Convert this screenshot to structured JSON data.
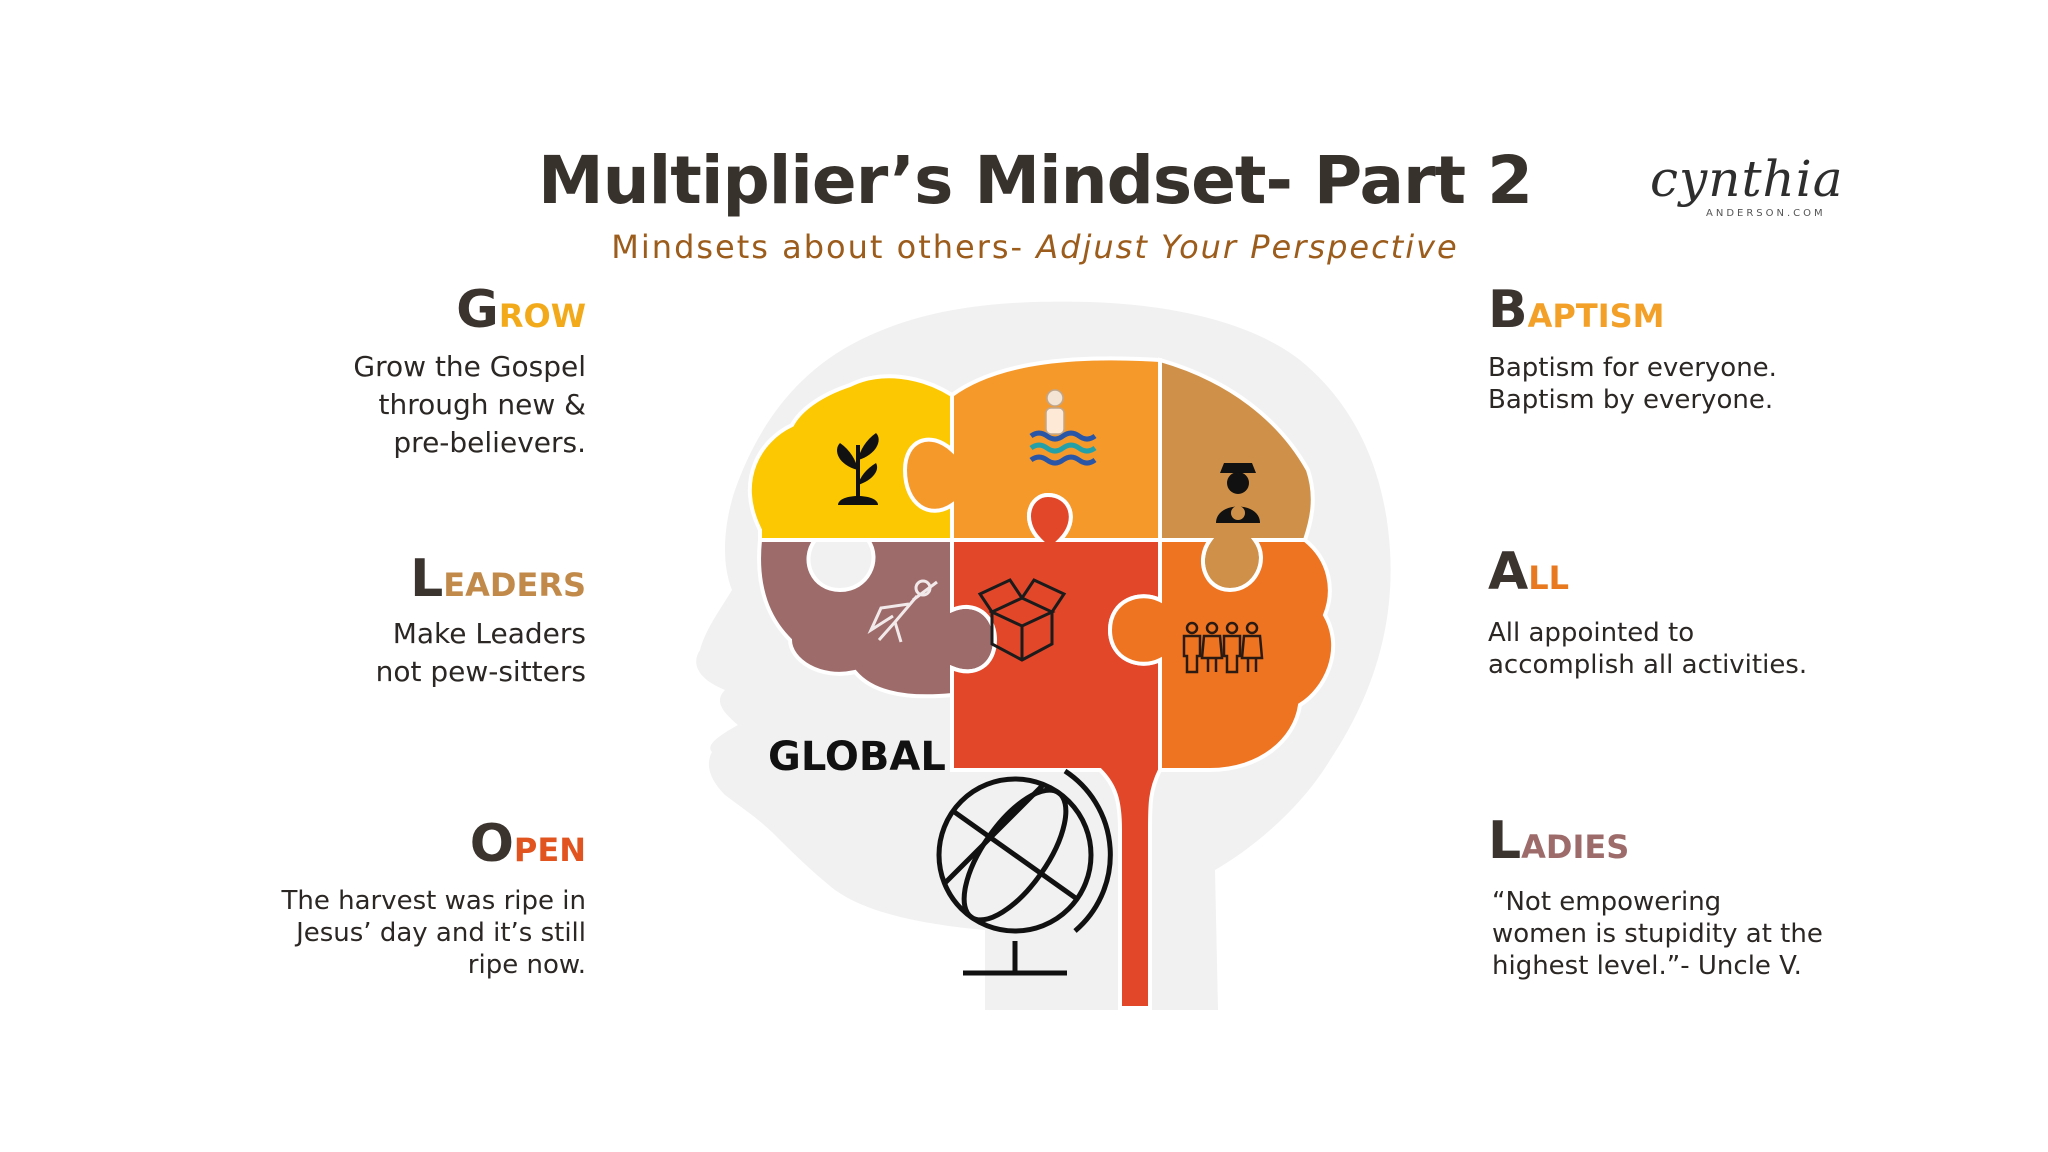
{
  "header": {
    "title": "Multiplier’s Mindset- Part 2",
    "subtitle_plain": "Mindsets about others- ",
    "subtitle_emphasis": "Adjust Your Perspective"
  },
  "logo": {
    "script": "cynthia",
    "small": "ANDERSON.COM"
  },
  "left_sections": [
    {
      "cap": "G",
      "rest": "ROW",
      "color": "#f2a91a",
      "lines": [
        "Grow the Gospel",
        "through new &",
        "pre-believers."
      ]
    },
    {
      "cap": "L",
      "rest": "EADERS",
      "color": "#c28a4a",
      "lines": [
        "Make Leaders",
        "not pew-sitters"
      ]
    },
    {
      "cap": "O",
      "rest": "PEN",
      "color": "#e2541f",
      "lines": [
        "The harvest was ripe in",
        "Jesus’ day and it’s still",
        "ripe now."
      ]
    }
  ],
  "right_sections": [
    {
      "cap": "B",
      "rest": "APTISM",
      "color": "#f2a027",
      "lines": [
        "Baptism for everyone.",
        "Baptism by everyone."
      ]
    },
    {
      "cap": "A",
      "rest": "LL",
      "color": "#e8791f",
      "lines": [
        "All appointed to",
        "accomplish all activities."
      ]
    },
    {
      "cap": "L",
      "rest": "ADIES",
      "color": "#9e6b6b",
      "lines": [
        "“Not empowering",
        "women is stupidity at the",
        "highest level.”- Uncle V."
      ]
    }
  ],
  "brain": {
    "label": "GLOBAL",
    "colors": {
      "grow": "#fbc802",
      "baptism": "#f6992b",
      "leadership": "#cf9149",
      "leaders": "#9e6b6b",
      "open": "#e2472a",
      "all": "#ee7421",
      "head": "#f1f1f1"
    },
    "icons": [
      "sprout-icon",
      "baptism-person-icon",
      "captain-icon",
      "superhero-icon",
      "open-box-icon",
      "team-people-icon",
      "globe-icon"
    ]
  }
}
